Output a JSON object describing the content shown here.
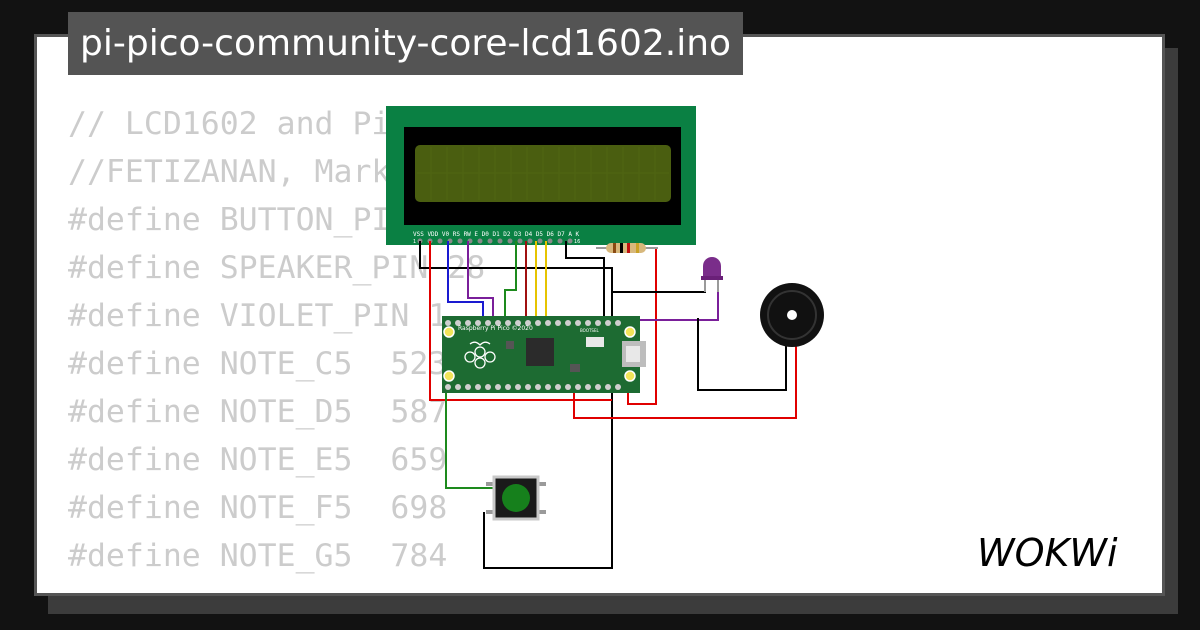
{
  "project": {
    "title": "pi-pico-community-core-lcd1602.ino"
  },
  "code": {
    "lines": [
      "// LCD1602 and Pi",
      "//FETIZANAN, Mark",
      "#define BUTTON_PI",
      "#define SPEAKER_PIN 28",
      "#define VIOLET_PIN 1",
      "#define NOTE_C5  523",
      "#define NOTE_D5  587",
      "#define NOTE_E5  659",
      "#define NOTE_F5  698",
      "#define NOTE_G5  784"
    ]
  },
  "circuit": {
    "lcd": {
      "pin_labels": "VSS VDD V0 RS RW E D0 D1 D2 D3 D4 D5 D6 D7 A K",
      "pin_first": "1",
      "pin_last": "16",
      "board_color": "#0a8043",
      "screen_color": "#4a5e10"
    },
    "pico": {
      "silkscreen": "Raspberry Pi Pico ©2020",
      "bootsel": "BOOTSEL",
      "board_color": "#1d6b32"
    },
    "led": {
      "color": "#7a2d8a"
    },
    "button": {
      "cap_color": "#16801c"
    },
    "wires": {
      "black": "#000000",
      "red": "#e00000",
      "blue": "#1a1ad0",
      "purple": "#7a1f9a",
      "green": "#1d8a1d",
      "yellow": "#e6c400",
      "dark_red": "#a01010"
    }
  },
  "brand": {
    "logo": "WOKWi"
  }
}
